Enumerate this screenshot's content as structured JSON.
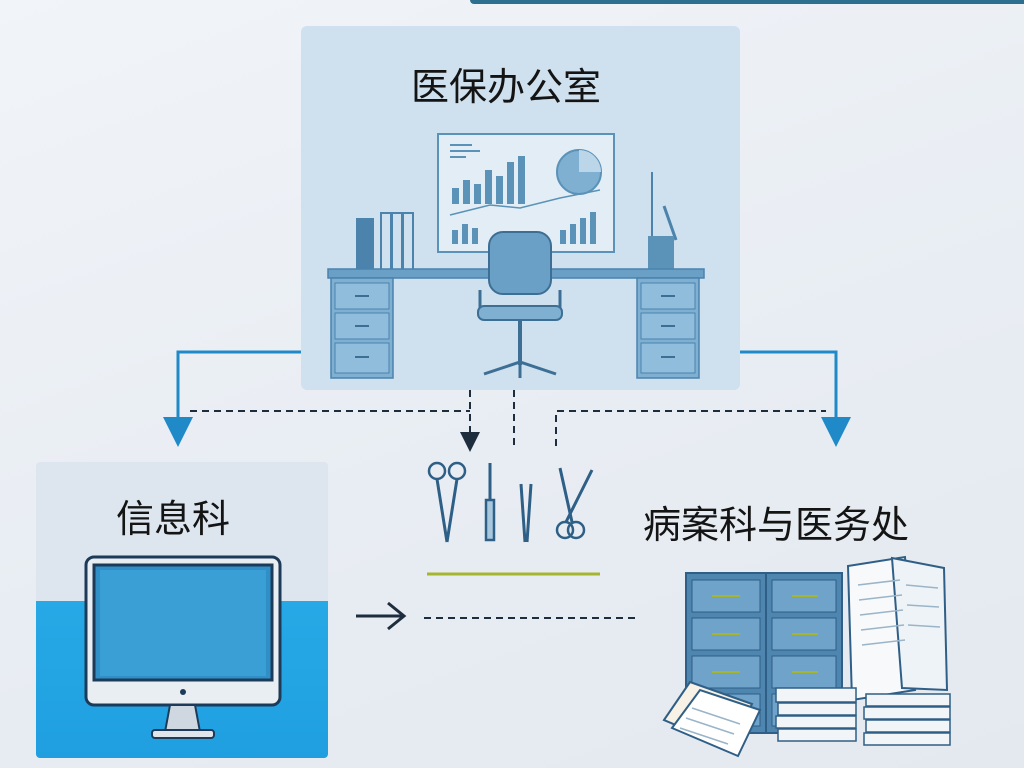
{
  "diagram": {
    "nodes": {
      "office": {
        "label": "医保办公室",
        "icon": "office-desk-icon"
      },
      "info": {
        "label": "信息科",
        "icon": "desktop-computer-icon"
      },
      "records": {
        "label": "病案科与医务处",
        "icon": "file-cabinet-documents-icon"
      }
    },
    "center": {
      "icon": "surgical-tools-icon"
    }
  },
  "colors": {
    "panel": "#cfe0ee",
    "accent": "#1f8ac7",
    "icon": "#4b8cb4",
    "info_band": "#1f9fe0",
    "highlight_line": "#a6b52e"
  }
}
